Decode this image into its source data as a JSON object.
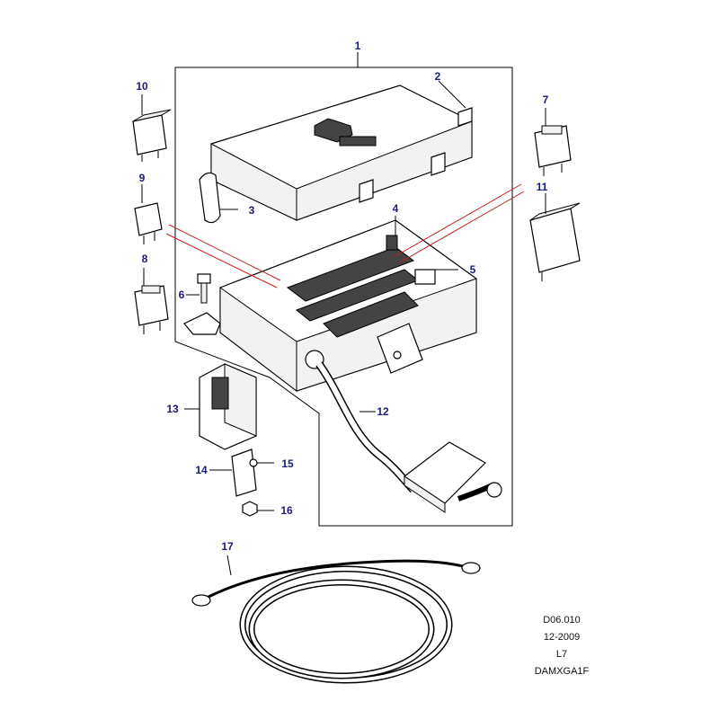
{
  "callouts": {
    "c1": "1",
    "c2": "2",
    "c3": "3",
    "c4": "4",
    "c5": "5",
    "c6": "6",
    "c7": "7",
    "c8": "8",
    "c9": "9",
    "c10": "10",
    "c11": "11",
    "c12": "12",
    "c13": "13",
    "c14": "14",
    "c15": "15",
    "c16": "16",
    "c17": "17"
  },
  "reference": {
    "code": "D06.010",
    "date": "12-2009",
    "level": "L7",
    "drawing_id": "DAMXGA1F"
  },
  "colors": {
    "callout_text": "#1a1a7a",
    "leader_red": "#c81e1e",
    "line": "#000000"
  }
}
